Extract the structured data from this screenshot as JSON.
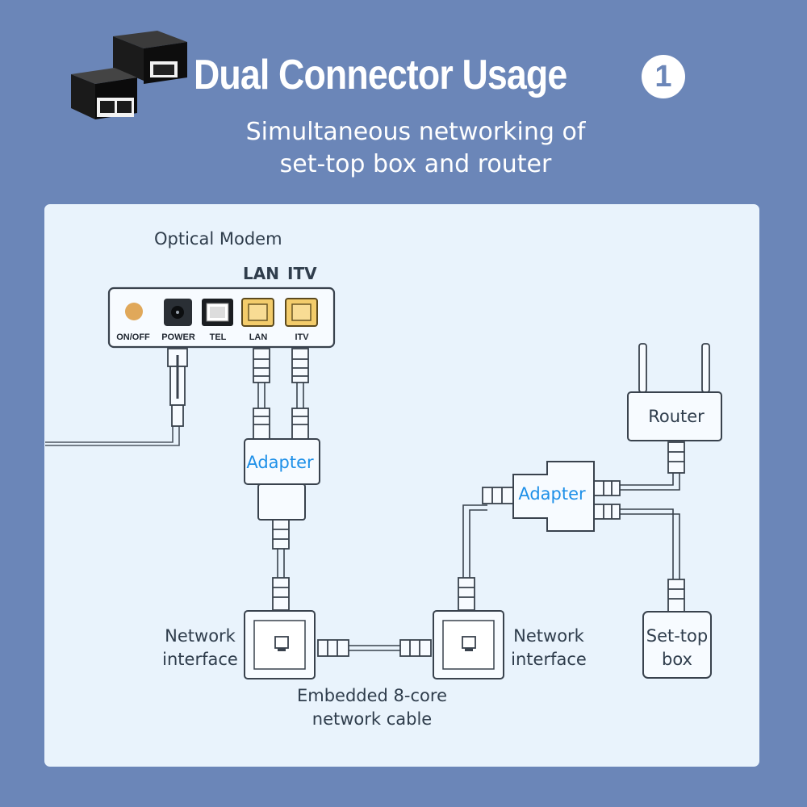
{
  "header": {
    "title": "Dual Connector Usage",
    "badge": "1",
    "subtitle_line1": "Simultaneous networking of",
    "subtitle_line2": "set-top box and router"
  },
  "diagram": {
    "modem_title": "Optical Modem",
    "modem_top_labels": [
      "LAN",
      "ITV"
    ],
    "modem_ports": [
      "ON/OFF",
      "POWER",
      "TEL",
      "LAN",
      "ITV"
    ],
    "adapter_left": "Adapter",
    "adapter_right": "Adapter",
    "router": "Router",
    "settop_line1": "Set-top",
    "settop_line2": "box",
    "network_left_line1": "Network",
    "network_left_line2": "interface",
    "network_right_line1": "Network",
    "network_right_line2": "interface",
    "cable_line1": "Embedded 8-core",
    "cable_line2": "network cable"
  },
  "colors": {
    "background": "#6b86b8",
    "panel": "#e9f3fc",
    "adapter_text": "#1e90e8",
    "port_yellow": "#f3cc6b",
    "power_button": "#e0a85a"
  }
}
